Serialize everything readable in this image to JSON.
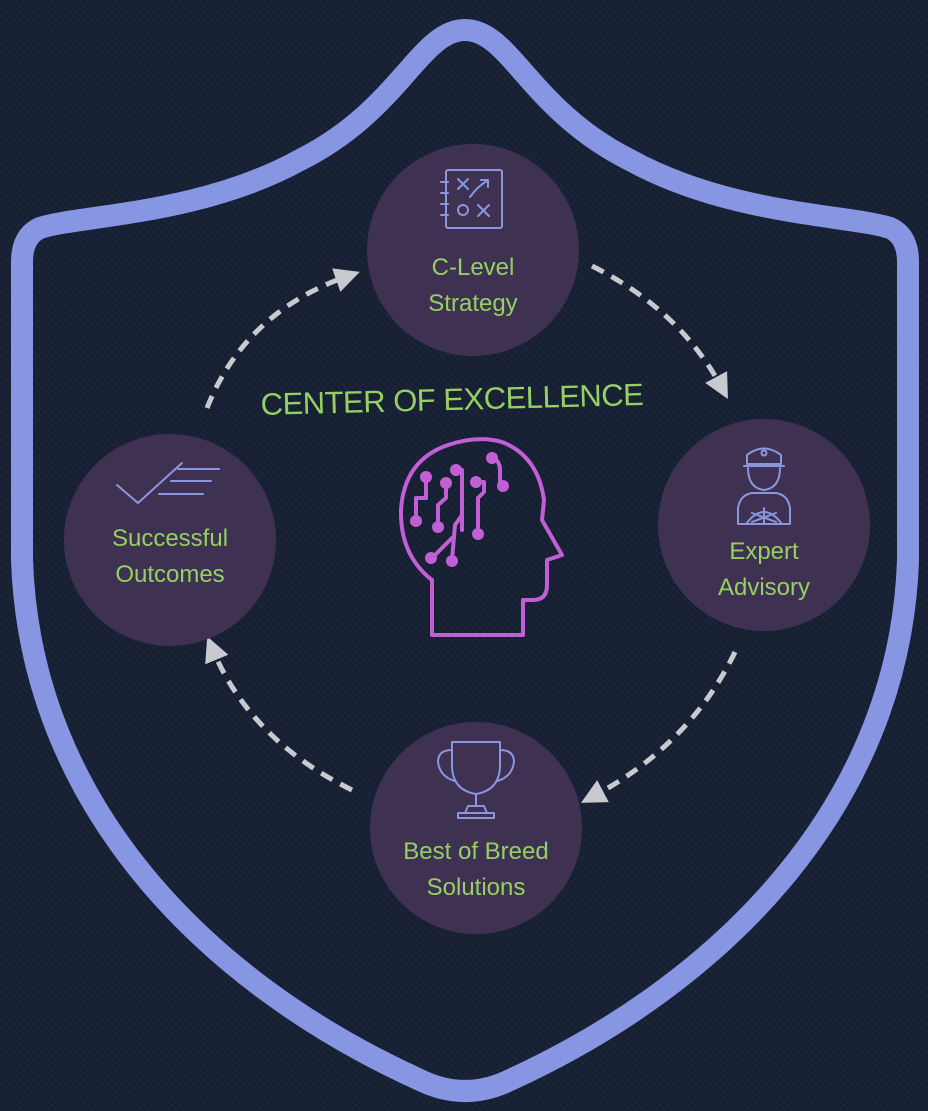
{
  "title": "CENTER OF EXCELLENCE",
  "colors": {
    "background": "#172034",
    "shield": "#8796e2",
    "node_fill": "#3f3152",
    "label": "#94d062",
    "brain_icon": "#c25fd4",
    "node_icon": "#8a97df",
    "arrow": "#c8cad0"
  },
  "center_icon": "brain-circuit-icon",
  "nodes": [
    {
      "icon": "strategy-board-icon",
      "line1": "C-Level",
      "line2": "Strategy"
    },
    {
      "icon": "captain-icon",
      "line1": "Expert",
      "line2": "Advisory"
    },
    {
      "icon": "trophy-icon",
      "line1": "Best of Breed",
      "line2": "Solutions"
    },
    {
      "icon": "checklist-icon",
      "line1": "Successful",
      "line2": "Outcomes"
    }
  ]
}
